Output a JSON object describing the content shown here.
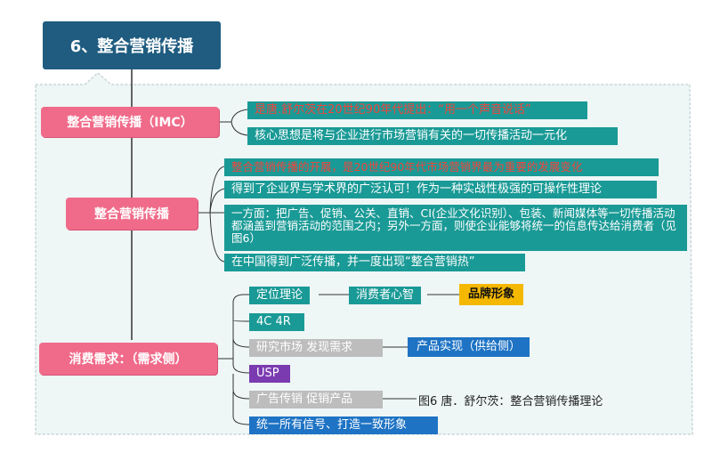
{
  "title": "6、整合营销传播",
  "sections": [
    {
      "label": "整合营销传播（IMC）",
      "notes": [
        "是唐.舒尔茨在20世纪90年代提出：“用一个声音说话”",
        "核心思想是将与企业进行市场营销有关的一切传播活动一元化"
      ]
    },
    {
      "label": "整合营销传播",
      "notes": [
        "整合营销传播的开展，是20世纪90年代市场营销界最为重要的发展变化",
        "得到了企业界与学术界的广泛认可！作为一种实战性极强的可操作性理论",
        "一方面：把广告、促销、公关、直销、CI(企业文化识别）、包装、新闻媒体等一切传播活动都涵盖到营销活动的范围之内；另外一方面，则使企业能够将统一的信息传达给消费者（见图6）",
        "在中国得到广泛传播，并一度出现“整合营销热”"
      ]
    },
    {
      "label": "消费需求：（需求侧）",
      "items": [
        {
          "label": "定位理论",
          "child": "消费者心智",
          "grandchild": "品牌形象"
        },
        {
          "label": "4C 4R"
        },
        {
          "label": "研究市场 发现需求",
          "child": "产品实现（供给侧）"
        },
        {
          "label": "USP"
        },
        {
          "label": "广告传销 促销产品",
          "child": "图6 唐．舒尔茨：整合营销传播理论"
        },
        {
          "label": "统一所有信号、打造一致形象"
        }
      ]
    }
  ],
  "colors": {
    "title_bg": "#1f5c80",
    "pink": "#f06b8a",
    "teal": "#1a9a96",
    "gray": "#bdbdbd",
    "blue": "#1e73c4",
    "purple": "#7a3ab0",
    "yellow": "#f5b800",
    "highlight_text": "#f0463c"
  }
}
